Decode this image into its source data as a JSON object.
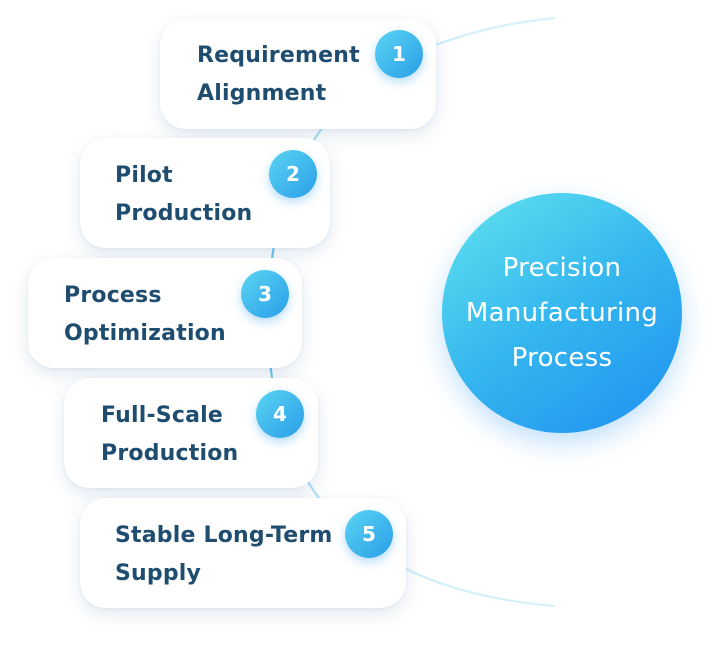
{
  "center": {
    "label": "Precision\nManufacturing\nProcess"
  },
  "steps": [
    {
      "number": "1",
      "label": "Requirement\nAlignment"
    },
    {
      "number": "2",
      "label": "Pilot\nProduction"
    },
    {
      "number": "3",
      "label": "Process\nOptimization"
    },
    {
      "number": "4",
      "label": "Full-Scale\nProduction"
    },
    {
      "number": "5",
      "label": "Stable Long-Term\nSupply"
    }
  ],
  "colors": {
    "accent": "#2a9ee8",
    "accent_light": "#5bd4f2",
    "text": "#1f4d70",
    "arc": "#8fd3f2"
  }
}
